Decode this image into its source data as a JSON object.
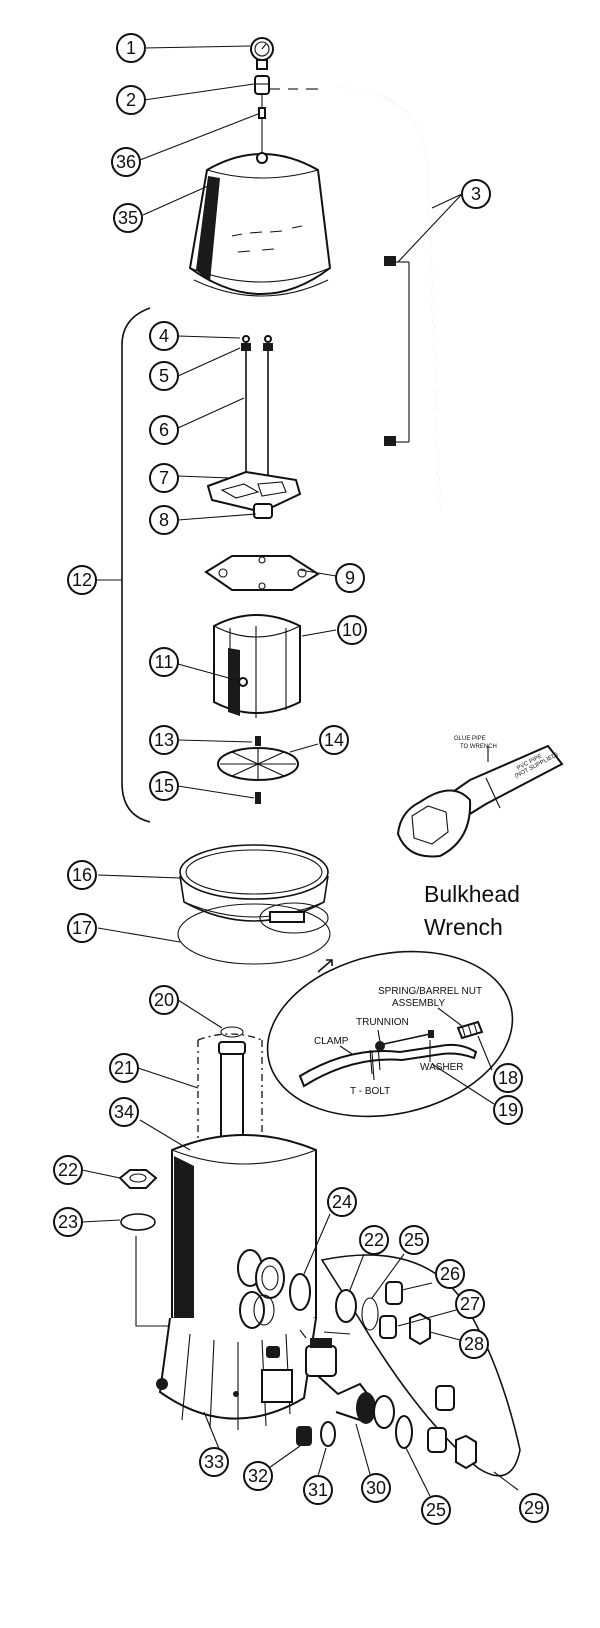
{
  "callouts": [
    "1",
    "2",
    "3",
    "4",
    "5",
    "6",
    "7",
    "8",
    "9",
    "10",
    "11",
    "12",
    "13",
    "14",
    "15",
    "16",
    "17",
    "18",
    "19",
    "20",
    "21",
    "22",
    "22",
    "23",
    "24",
    "25",
    "25",
    "26",
    "27",
    "28",
    "29",
    "30",
    "31",
    "32",
    "33",
    "34",
    "35",
    "36"
  ],
  "wrench": {
    "title_line1": "Bulkhead",
    "title_line2": "Wrench",
    "glue_label_1": "GLUE PIPE",
    "glue_label_2": "TO WRENCH",
    "pvc_label_1": "PVC PIPE",
    "pvc_label_2": "(NOT SUPPLIED)"
  },
  "clamp_detail": {
    "spring_label_1": "SPRING/BARREL NUT",
    "spring_label_2": "ASSEMBLY",
    "trunnion_label": "TRUNNION",
    "clamp_label": "CLAMP",
    "washer_label": "WASHER",
    "tbolt_label": "T - BOLT"
  }
}
